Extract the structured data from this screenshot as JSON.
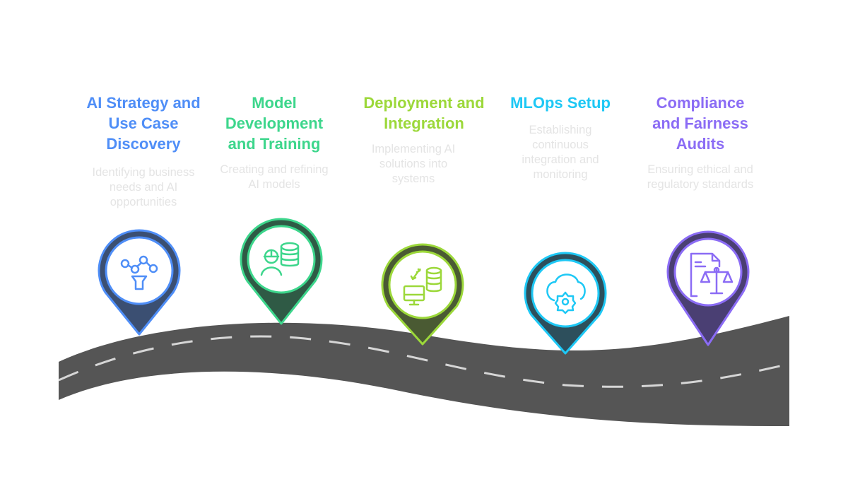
{
  "steps": [
    {
      "title": "AI Strategy and Use Case Discovery",
      "description": "Identifying business needs and AI opportunities",
      "color": "#4f8ef7",
      "dark": "#3b4f72",
      "icon": "funnel-network-icon"
    },
    {
      "title": "Model Development and Training",
      "description": "Creating and refining AI models",
      "color": "#3dd68c",
      "dark": "#2f5a45",
      "icon": "engineer-database-icon"
    },
    {
      "title": "Deployment and Integration",
      "description": "Implementing AI solutions into systems",
      "color": "#9cd83a",
      "dark": "#4a5a33",
      "icon": "monitor-database-sync-icon"
    },
    {
      "title": "MLOps Setup",
      "description": "Establishing continuous integration and monitoring",
      "color": "#1ec8f5",
      "dark": "#2d4f5c",
      "icon": "cloud-gear-icon"
    },
    {
      "title": "Compliance and Fairness Audits",
      "description": "Ensuring ethical and regulatory standards",
      "color": "#8b6cf5",
      "dark": "#4a3f73",
      "icon": "document-scales-icon"
    }
  ],
  "road_color": "#555555"
}
